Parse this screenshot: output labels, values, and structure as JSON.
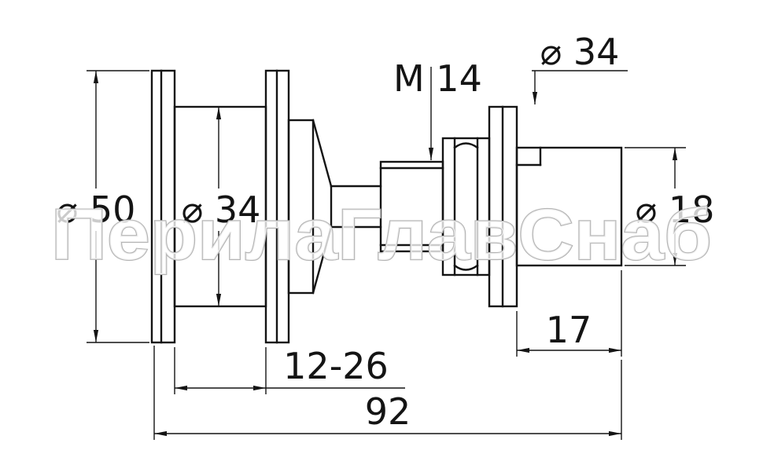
{
  "watermark": "ПерилаГлавСнаб",
  "dims": {
    "d50": "⌀ 50",
    "d34_left": "⌀ 34",
    "m14": "M 14",
    "d34_right": "⌀ 34",
    "d18": "⌀ 18",
    "len17": "17",
    "glass_range": "12-26",
    "total_len": "92"
  }
}
